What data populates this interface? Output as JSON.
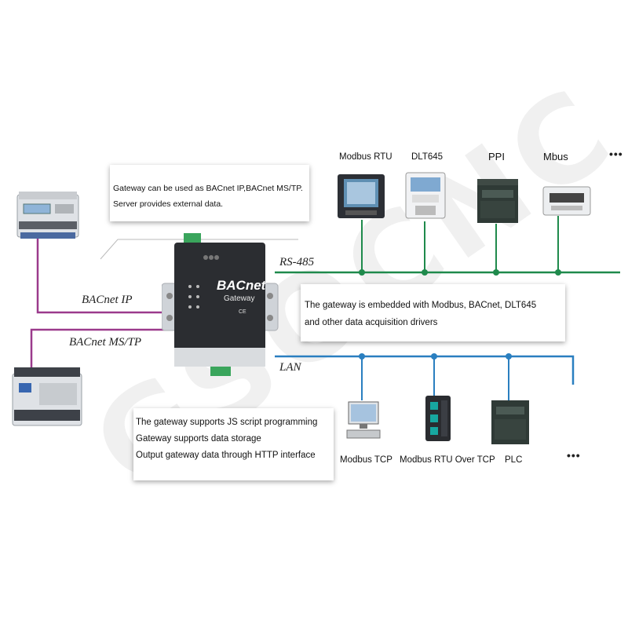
{
  "watermark": "GSOCNC",
  "callouts": {
    "server": [
      "Gateway can be used as BACnet IP,BACnet MS/TP.",
      "Server provides external data."
    ],
    "drivers": [
      "The gateway is embedded with Modbus, BACnet, DLT645",
      "and other data acquisition drivers"
    ],
    "features": [
      "The gateway supports JS script programming",
      "Gateway supports data storage",
      "Output gateway data through HTTP interface"
    ]
  },
  "links": {
    "bacnet_ip": "BACnet IP",
    "bacnet_mstp": "BACnet MS/TP",
    "rs485": "RS-485",
    "lan": "LAN"
  },
  "gateway": {
    "brand": "BACnet",
    "model": "Gateway",
    "ce_mark": "CE"
  },
  "rs485_devices": [
    "Modbus RTU",
    "DLT645",
    "PPI",
    "Mbus"
  ],
  "lan_devices": [
    "Modbus TCP",
    "Modbus RTU Over TCP",
    "PLC"
  ],
  "more": "•••",
  "colors": {
    "rs485": "#1f8a4c",
    "lan": "#2a7fc0",
    "bacnet": "#9b3a8c",
    "gateway_body": "#2b2d31",
    "gateway_bracket": "#cfd3d8",
    "terminal": "#3aa55c"
  }
}
